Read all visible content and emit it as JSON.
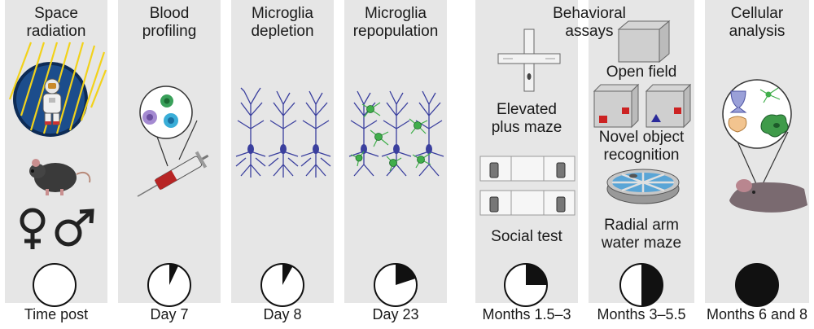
{
  "stages": [
    {
      "title": "Space\nradiation",
      "timepoint": "Time post",
      "progress": 0
    },
    {
      "title": "Blood\nprofiling",
      "timepoint": "Day 7",
      "progress": 0.07
    },
    {
      "title": "Microglia\ndepletion",
      "timepoint": "Day 8",
      "progress": 0.08
    },
    {
      "title": "Microglia\nrepopulation",
      "timepoint": "Day 23",
      "progress": 0.2
    },
    {
      "title": "Behavioral\nassays",
      "timepoint": "Months 1.5–3",
      "progress": 0.25
    },
    {
      "timepoint": "Months 3–5.5",
      "progress": 0.5
    },
    {
      "title": "Cellular\nanalysis",
      "timepoint": "Months 6 and 8",
      "progress": 1.0
    }
  ],
  "assays": {
    "epm": "Elevated\nplus maze",
    "social": "Social test",
    "open_field": "Open field",
    "nor": "Novel object\nrecognition",
    "ram": "Radial arm\nwater maze"
  },
  "icons": {
    "sex": [
      "female-symbol-icon",
      "male-symbol-icon"
    ],
    "mouse": "mouse-icon",
    "astronaut": "astronaut-icon",
    "syringe": "syringe-icon",
    "neuron": "neuron-icon",
    "microglia": "microglia-icon"
  },
  "colors": {
    "panel": "#e6e6e6",
    "neuron": "#3a3f9e",
    "microglia": "#3fae4a",
    "radiation": "#f2d21a",
    "space": "#1c4d8c",
    "red": "#cc2222"
  }
}
